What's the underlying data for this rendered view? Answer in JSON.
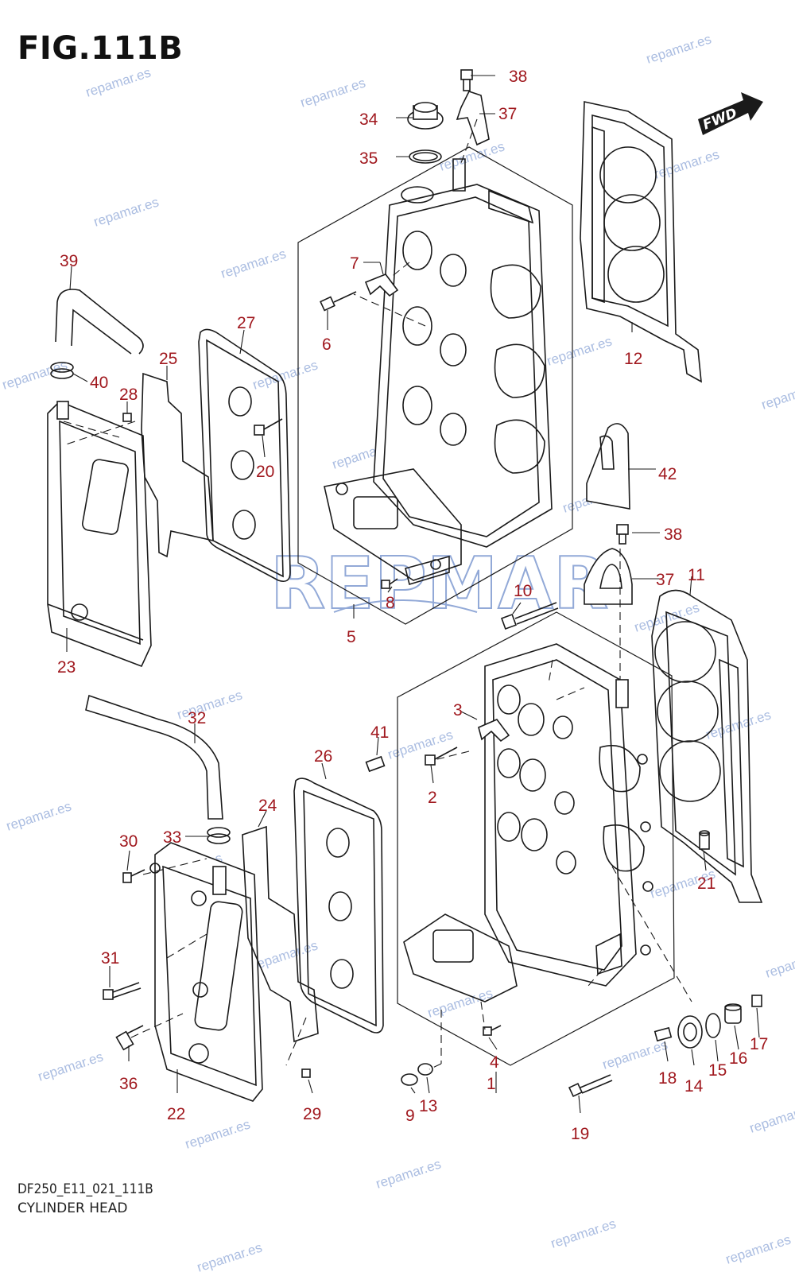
{
  "figure": {
    "title": "FIG.111B",
    "code": "DF250_E11_021_111B",
    "caption": "CYLINDER HEAD",
    "direction_badge": "FWD",
    "center_logo": "REPMAR"
  },
  "watermark_text": "repamar.es",
  "callout_color": "#a0181e",
  "watermark_color": "#8fa8d8",
  "callouts": [
    "1",
    "2",
    "3",
    "4",
    "5",
    "6",
    "7",
    "8",
    "9",
    "10",
    "11",
    "12",
    "13",
    "14",
    "15",
    "16",
    "17",
    "18",
    "19",
    "20",
    "21",
    "22",
    "23",
    "24",
    "25",
    "26",
    "27",
    "28",
    "29",
    "30",
    "31",
    "32",
    "33",
    "34",
    "35",
    "36",
    "37",
    "37",
    "38",
    "38",
    "39",
    "40",
    "41",
    "42"
  ]
}
